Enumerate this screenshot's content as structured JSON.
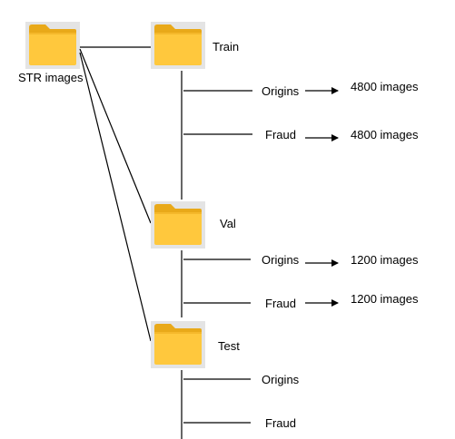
{
  "colors": {
    "line": "#000000",
    "folder_body": "#FFC83D",
    "folder_tab": "#E9A919",
    "folder_shadow": "#D8D8D8"
  },
  "root": {
    "icon": "folder-icon",
    "label": "STR images"
  },
  "folders": [
    {
      "key": "train",
      "label": "Train",
      "icon": "folder-icon",
      "branches": [
        {
          "label": "Origins",
          "count": "4800 images"
        },
        {
          "label": "Fraud",
          "count": "4800 images"
        }
      ]
    },
    {
      "key": "val",
      "label": "Val",
      "icon": "folder-icon",
      "branches": [
        {
          "label": "Origins",
          "count": "1200 images"
        },
        {
          "label": "Fraud",
          "count": "1200 images"
        }
      ]
    },
    {
      "key": "test",
      "label": "Test",
      "icon": "folder-icon",
      "branches": [
        {
          "label": "Origins"
        },
        {
          "label": "Fraud"
        }
      ]
    }
  ]
}
